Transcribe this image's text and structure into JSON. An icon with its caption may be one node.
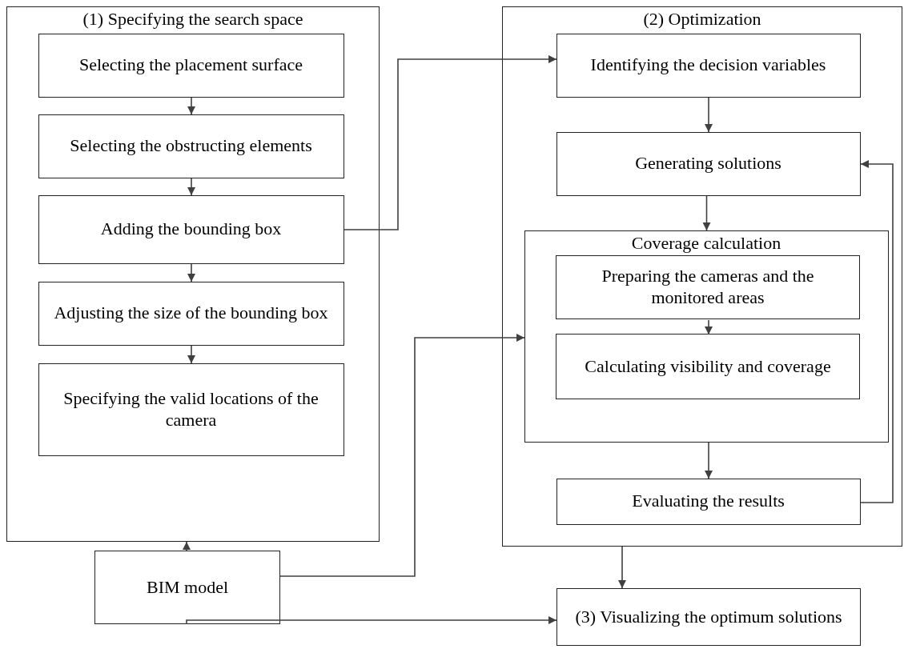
{
  "diagram": {
    "nodes": [
      {
        "text": [
          "(1) Specifying the search space"
        ]
      },
      {
        "text": [
          "Selecting the placement surface"
        ],
        "in": 0
      },
      {
        "text": [
          "Selecting the obstructing elements"
        ],
        "in": 0
      },
      {
        "text": [
          "Adding the bounding box"
        ],
        "in": 0
      },
      {
        "text": [
          "Adjusting the size of the bounding box"
        ],
        "in": 0
      },
      {
        "text": [
          "Specifying the valid locations of the camera"
        ],
        "in": 0
      },
      {
        "text": [
          "(2) Optimization"
        ]
      },
      {
        "text": [
          "Identifying the decision variables"
        ],
        "in": 6
      },
      {
        "text": [
          "Generating solutions"
        ],
        "in": 6
      },
      {
        "text": [
          "Coverage calculation"
        ],
        "in": 6
      },
      {
        "text": [
          "Preparing the cameras and the monitored areas"
        ],
        "in": 9
      },
      {
        "text": [
          "Calculating visibility and coverage"
        ],
        "in": 9
      },
      {
        "text": [
          "Evaluating the results"
        ],
        "in": 6
      },
      {
        "text": [
          "BIM model"
        ]
      },
      {
        "text": [
          "(3) Visualizing the optimum solutions"
        ]
      }
    ],
    "edges": [
      {
        "from": 1,
        "to": 2,
        "arrow": "to"
      },
      {
        "from": 2,
        "to": 3,
        "arrow": "to"
      },
      {
        "from": 3,
        "to": 4,
        "arrow": "to"
      },
      {
        "from": 4,
        "to": 5,
        "arrow": "to"
      },
      {
        "from": 3,
        "to": 7,
        "arrow": "to"
      },
      {
        "from": 7,
        "to": 8,
        "arrow": "to"
      },
      {
        "from": 8,
        "to": 9,
        "arrow": "to"
      },
      {
        "from": 10,
        "to": 11,
        "arrow": "to"
      },
      {
        "from": 9,
        "to": 12,
        "arrow": "to"
      },
      {
        "from": 12,
        "to": 8,
        "arrow": "to"
      },
      {
        "from": 13,
        "to": 0,
        "arrow": "to"
      },
      {
        "from": 13,
        "to": 9,
        "arrow": "to"
      },
      {
        "from": 13,
        "to": 14,
        "arrow": "to"
      },
      {
        "from": 6,
        "to": 14,
        "arrow": "to"
      }
    ]
  }
}
